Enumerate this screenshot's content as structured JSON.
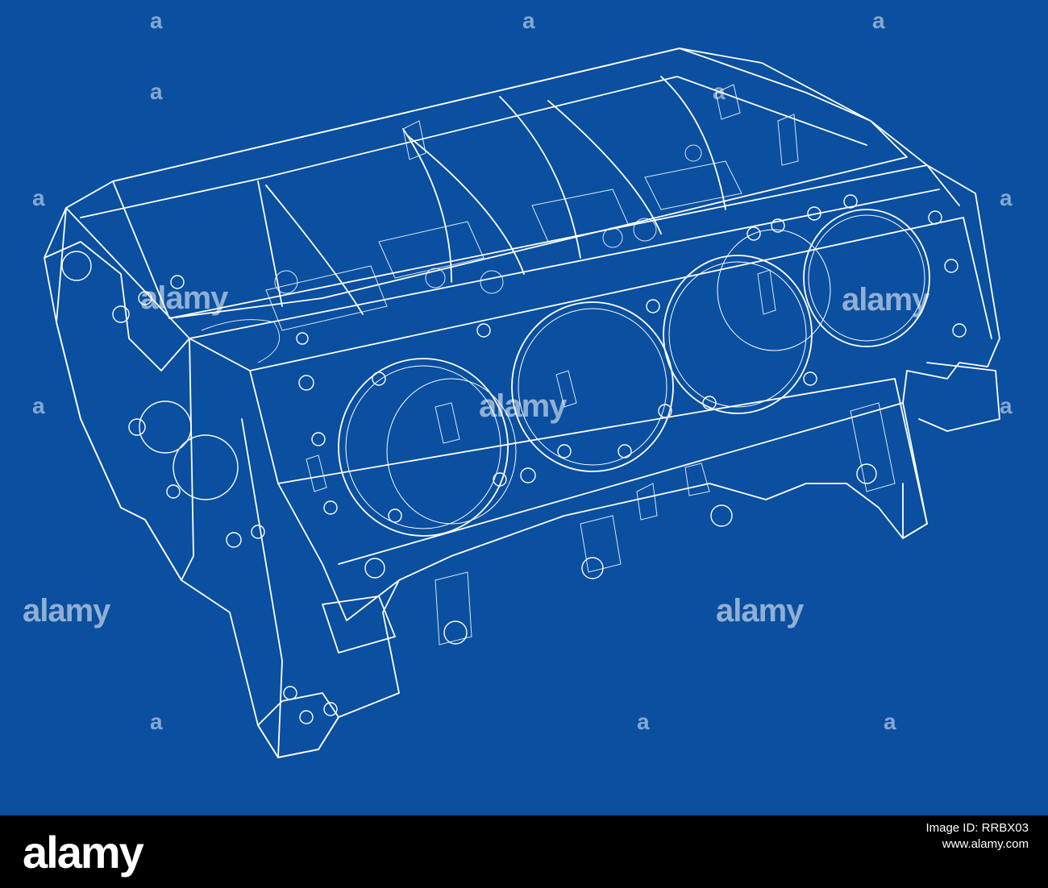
{
  "artwork": {
    "background_color": "#0a4fa0",
    "line_color": "#ffffff",
    "subject_icon": "engine-block-wireframe"
  },
  "watermark": {
    "word": "alamy",
    "mark": "a"
  },
  "footer": {
    "logo": "alamy",
    "image_id": "Image ID: RRBX03",
    "url": "www.alamy.com",
    "code": "RRBX03"
  }
}
